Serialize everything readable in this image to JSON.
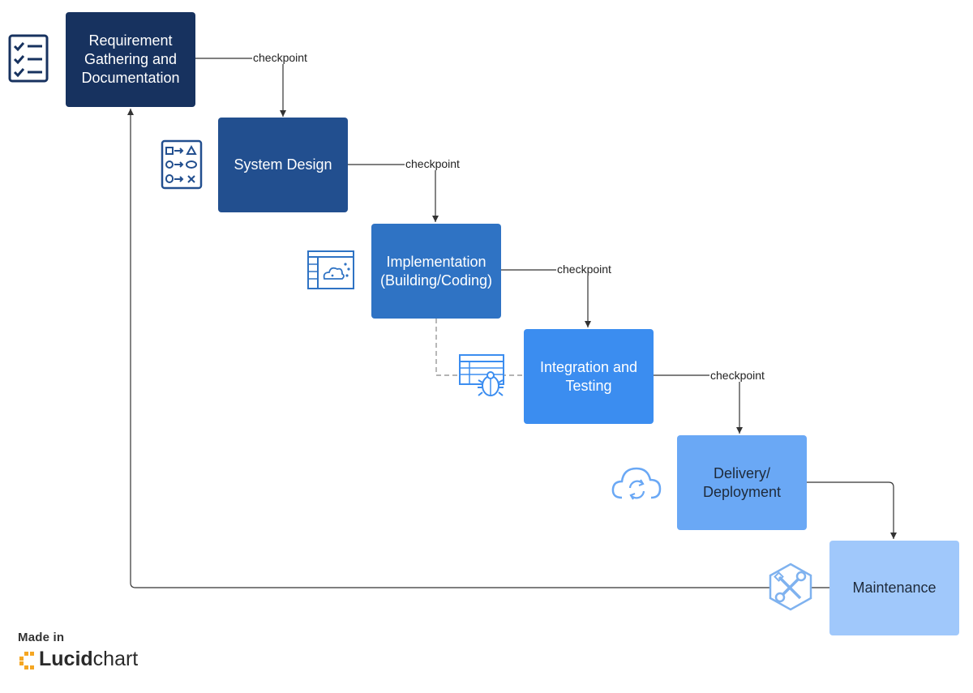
{
  "stages": [
    {
      "label": "Requirement\nGathering and\nDocumentation",
      "bg": "#17325f",
      "fg": "#ffffff"
    },
    {
      "label": "System Design",
      "bg": "#224f8f",
      "fg": "#ffffff"
    },
    {
      "label": "Implementation\n(Building/Coding)",
      "bg": "#2f73c4",
      "fg": "#ffffff"
    },
    {
      "label": "Integration and\nTesting",
      "bg": "#3b8df0",
      "fg": "#ffffff"
    },
    {
      "label": "Delivery/\nDeployment",
      "bg": "#6aa8f5",
      "fg": "#1e2a3a"
    },
    {
      "label": "Maintenance",
      "bg": "#a0c8fb",
      "fg": "#1e2a3a"
    }
  ],
  "checkpoints": [
    "checkpoint",
    "checkpoint",
    "checkpoint",
    "checkpoint"
  ],
  "icons": [
    "checklist-icon",
    "flowchart-icon",
    "code-editor-icon",
    "bug-testing-icon",
    "cloud-sync-icon",
    "tools-icon"
  ],
  "branding": {
    "made_in": "Made in",
    "brand_bold": "Lucid",
    "brand_light": "chart",
    "brand_color": "#f5a623"
  }
}
